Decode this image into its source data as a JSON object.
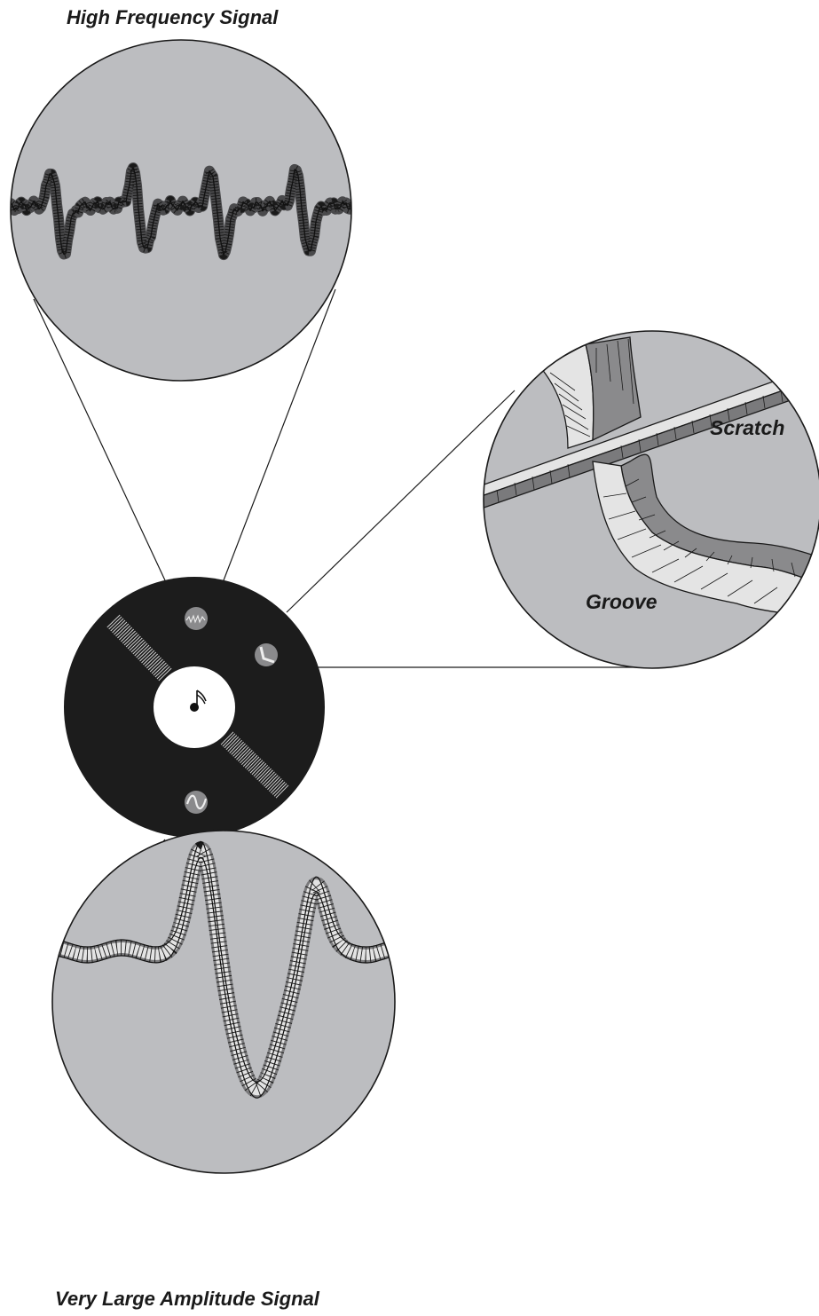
{
  "labels": {
    "high_frequency": "High Frequency Signal",
    "very_large_amplitude": "Very Large Amplitude Signal",
    "scratch": "Scratch",
    "groove": "Groove"
  },
  "colors": {
    "lens_fill": "#bcbdc0",
    "record": "#1c1c1c",
    "groove_light": "#e3e3e3",
    "groove_dark": "#7a7a7c",
    "stroke": "#1a1a1a"
  },
  "icons": {
    "record": "vinyl-record-icon",
    "note": "music-note-icon",
    "high_freq_marker": "zigzag-wave-icon",
    "scratch_marker": "scratch-corner-icon",
    "amplitude_marker": "sine-wave-icon"
  }
}
